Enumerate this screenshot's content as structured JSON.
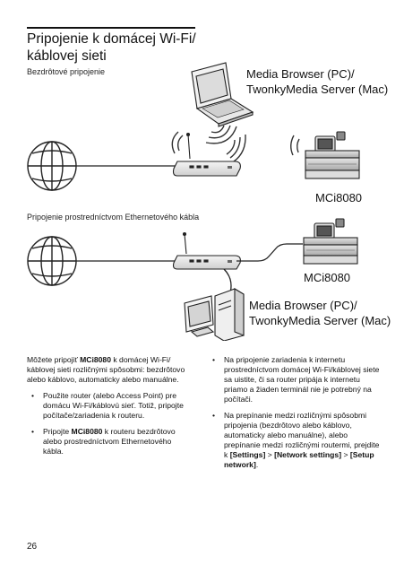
{
  "heading": {
    "title_line1": "Pripojenie k domácej Wi-Fi/",
    "title_line2": "káblovej sieti"
  },
  "wireless": {
    "label": "Bezdrôtové pripojenie",
    "server_line1": "Media Browser (PC)/",
    "server_line2": "TwonkyMedia Server (Mac)",
    "device": "MCi8080"
  },
  "ethernet": {
    "label": "Pripojenie prostredníctvom Ethernetového kábla",
    "device": "MCi8080",
    "server_line1": "Media Browser (PC)/",
    "server_line2": "TwonkyMedia Server (Mac)"
  },
  "left_col": {
    "intro_a": "Môžete pripojiť ",
    "intro_bold": "MCi8080",
    "intro_b": " k domácej Wi-Fi/ káblovej sieti rozličnými spôsobmi: bezdrôtovo alebo káblovo, automaticky alebo manuálne.",
    "bullet1": "Použite router (alebo Access Point) pre domácu Wi-Fi/káblovú sieť. Totiž, pripojte počítače/zariadenia k routeru.",
    "bullet2_a": "Pripojte ",
    "bullet2_bold": "MCi8080",
    "bullet2_b": " k routeru bezdrôtovo alebo prostredníctvom Ethernetového kábla."
  },
  "right_col": {
    "bullet1": "Na pripojenie zariadenia k internetu prostredníctvom domácej Wi-Fi/káblovej siete sa uistite, či sa router pripája k internetu priamo a žiaden terminál nie je potrebný na počítači.",
    "bullet2_a": "Na prepínanie medzi rozličnými spôsobmi pripojenia (bezdrôtovo alebo káblovo, automaticky alebo manuálne), alebo prepínanie medzi rozličnými routermi, prejdite k ",
    "menu1": "[Settings]",
    "sep1": " > ",
    "menu2": "[Network settings]",
    "sep2": " > ",
    "menu3": "[Setup network]",
    "end": "."
  },
  "bullet_char": "•",
  "page_number": "26"
}
